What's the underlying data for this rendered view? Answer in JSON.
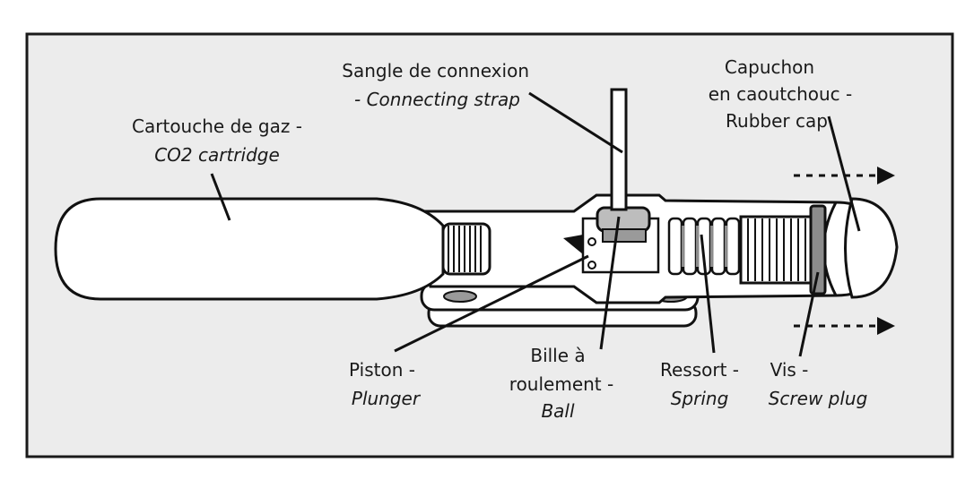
{
  "colors": {
    "panel_bg": "#ececec",
    "frame": "#1a1a1a",
    "part_fill": "#ffffff",
    "metal": "#bdbdbd",
    "dark_metal": "#8c8c8c",
    "line": "#111111"
  },
  "labels": {
    "connecting_strap": {
      "fr": "Sangle de connexion",
      "en": "- Connecting strap"
    },
    "rubber_cap": {
      "fr1": "Capuchon",
      "fr2": "en caoutchouc -",
      "en": "Rubber cap"
    },
    "co2_cartridge": {
      "fr": "Cartouche de gaz -",
      "en": "CO2 cartridge"
    },
    "plunger": {
      "fr": "Piston -",
      "en": "Plunger"
    },
    "ball": {
      "fr1": "Bille à",
      "fr2": "roulement -",
      "en": "Ball"
    },
    "spring": {
      "fr": "Ressort -",
      "en": "Spring"
    },
    "screw_plug": {
      "fr": "Vis -",
      "en": "Screw plug"
    }
  }
}
